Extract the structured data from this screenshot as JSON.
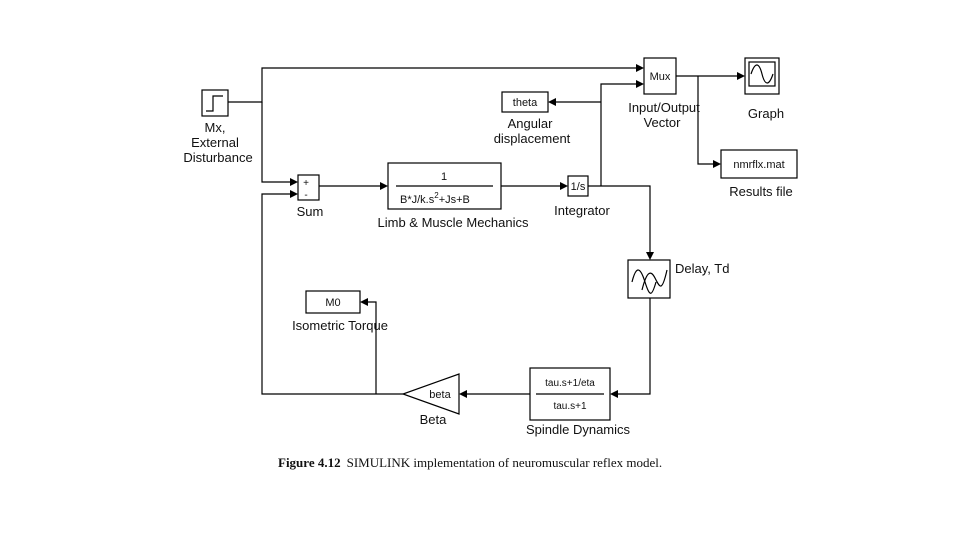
{
  "blocks": {
    "mx_label_1": "Mx,",
    "mx_label_2": "External",
    "mx_label_3": "Disturbance",
    "sum_label": "Sum",
    "sum_plus": "+",
    "sum_minus": "-",
    "limb_num": "1",
    "limb_den_main": "B*J/k.s",
    "limb_den_sup": "2",
    "limb_den_rest": "+Js+B",
    "limb_label": "Limb & Muscle Mechanics",
    "integrator_text": "1/s",
    "integrator_label": "Integrator",
    "theta_text": "theta",
    "theta_label_1": "Angular",
    "theta_label_2": "displacement",
    "mux_text": "Mux",
    "mux_label_1": "Input/Output",
    "mux_label_2": "Vector",
    "graph_label": "Graph",
    "results_text": "nmrflx.mat",
    "results_label": "Results file",
    "delay_label": "Delay, Td",
    "spindle_num": "tau.s+1/eta",
    "spindle_den": "tau.s+1",
    "spindle_label": "Spindle Dynamics",
    "beta_text": "beta",
    "beta_label": "Beta",
    "m0_text": "M0",
    "m0_label": "Isometric Torque"
  },
  "caption": {
    "prefix": "Figure 4.12",
    "text": "SIMULINK implementation of neuromuscular reflex model."
  }
}
